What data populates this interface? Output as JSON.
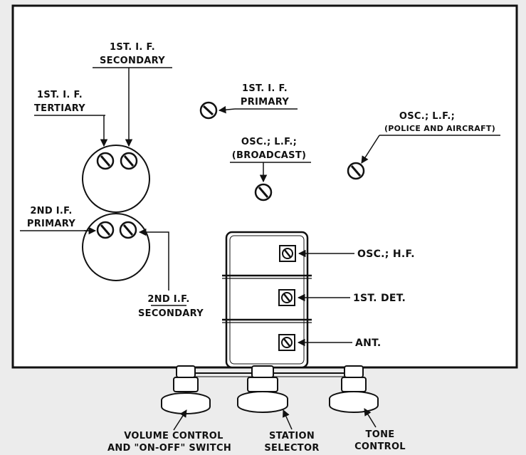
{
  "labels": {
    "if1_secondary": [
      "1ST. I. F.",
      "SECONDARY"
    ],
    "if1_tertiary": [
      "1ST. I. F.",
      "TERTIARY"
    ],
    "if1_primary": [
      "1ST. I. F.",
      "PRIMARY"
    ],
    "osc_lf_broadcast": [
      "OSC.; L.F.;",
      "(BROADCAST)"
    ],
    "osc_lf_police": [
      "OSC.; L.F.;",
      "(POLICE AND AIRCRAFT)"
    ],
    "if2_primary": [
      "2ND I.F.",
      "PRIMARY"
    ],
    "if2_secondary": [
      "2ND I.F.",
      "SECONDARY"
    ],
    "osc_hf": "OSC.; H.F.",
    "det1": "1ST. DET.",
    "ant": "ANT.",
    "volume": [
      "VOLUME CONTROL",
      "AND \"ON-OFF\" SWITCH"
    ],
    "station": [
      "STATION",
      "SELECTOR"
    ],
    "tone": [
      "TONE",
      "CONTROL"
    ]
  },
  "colors": {
    "ink": "#111111",
    "paper": "#ffffff",
    "background": "#ececec"
  }
}
